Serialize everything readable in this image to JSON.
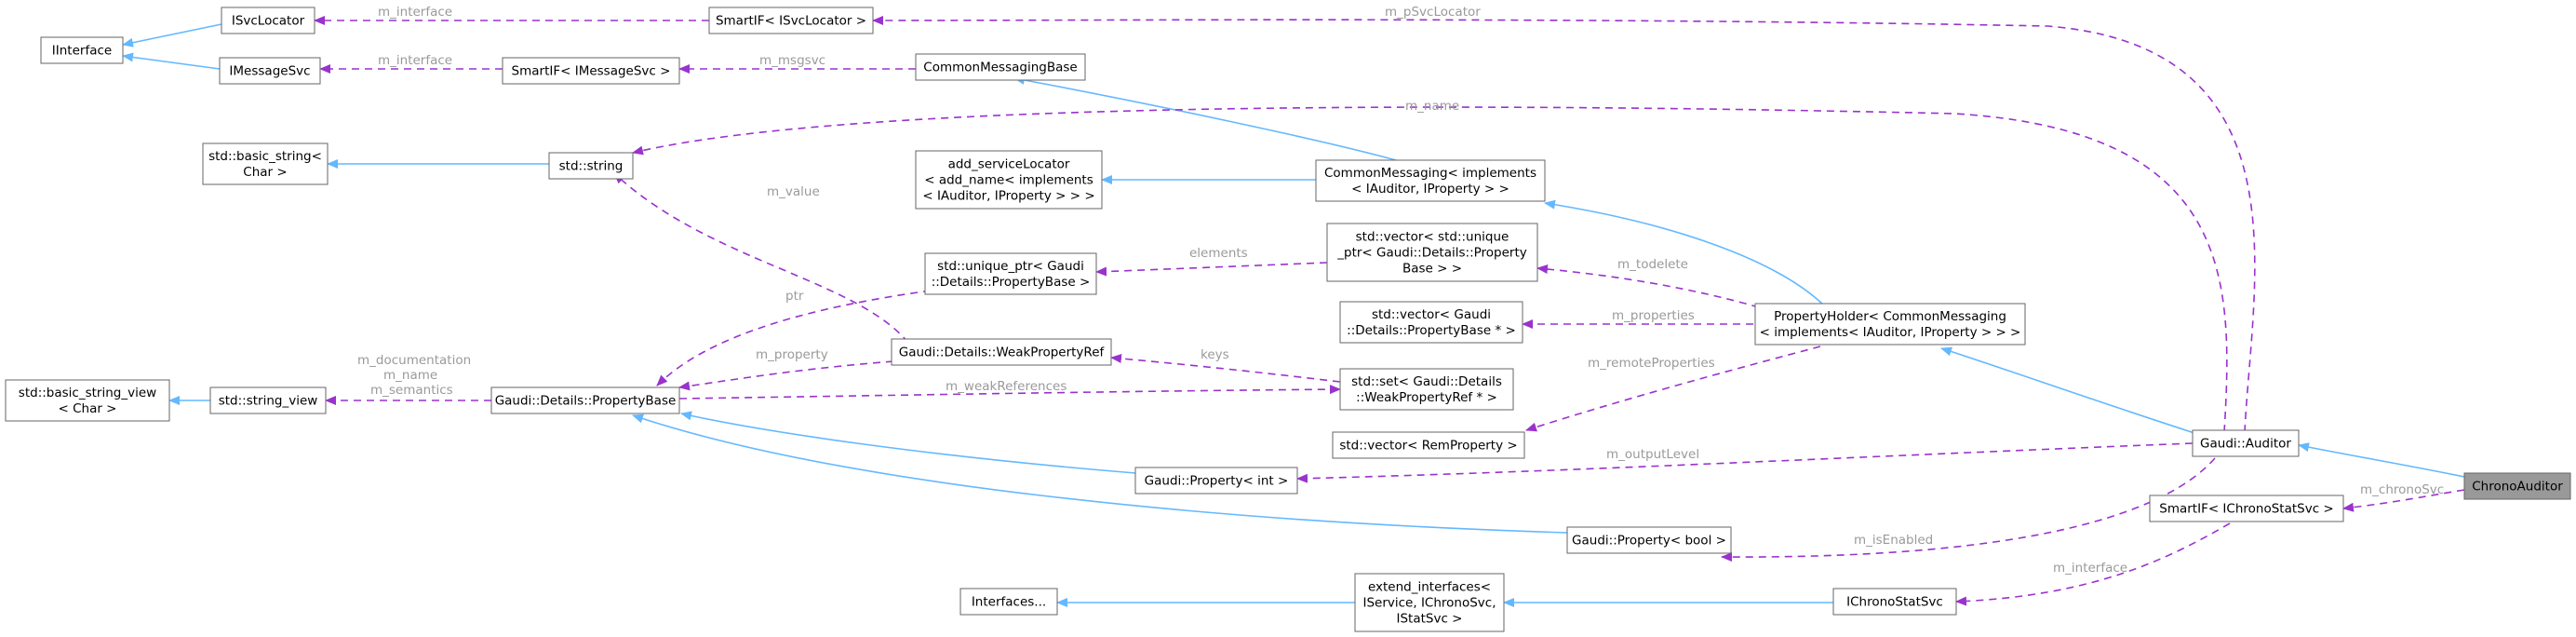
{
  "colors": {
    "inheritance_edge": "#63b8ff",
    "usage_edge": "#9a32cd",
    "edge_label": "#9a9a9a",
    "highlight_fill": "#999999"
  },
  "nodes": {
    "iinterface": [
      "IInterface"
    ],
    "isvclocator": [
      "ISvcLocator"
    ],
    "imessagesvc": [
      "IMessageSvc"
    ],
    "smartif_isvclocator": [
      "SmartIF< ISvcLocator >"
    ],
    "smartif_imessagesvc": [
      "SmartIF< IMessageSvc >"
    ],
    "commonmessagingbase": [
      "CommonMessagingBase"
    ],
    "basic_string": [
      "std::basic_string<",
      "Char >"
    ],
    "std_string": [
      "std::string"
    ],
    "add_servicelocator": [
      "add_serviceLocator",
      "< add_name< implements",
      "< IAuditor, IProperty > > >"
    ],
    "commonmessaging": [
      "CommonMessaging< implements",
      "< IAuditor, IProperty > >"
    ],
    "unique_ptr": [
      "std::unique_ptr< Gaudi",
      "::Details::PropertyBase >"
    ],
    "vector_unique": [
      "std::vector< std::unique",
      "_ptr< Gaudi::Details::Property",
      "Base > >"
    ],
    "vector_propbase": [
      "std::vector< Gaudi",
      "::Details::PropertyBase * >"
    ],
    "propertyholder": [
      "PropertyHolder< CommonMessaging",
      "< implements< IAuditor, IProperty > > >"
    ],
    "weakpropertyref": [
      "Gaudi::Details::WeakPropertyRef"
    ],
    "basic_string_view": [
      "std::basic_string_view",
      "< Char >"
    ],
    "string_view": [
      "std::string_view"
    ],
    "propertybase": [
      "Gaudi::Details::PropertyBase"
    ],
    "set_weak": [
      "std::set< Gaudi::Details",
      "::WeakPropertyRef * >"
    ],
    "vector_remproperty": [
      "std::vector< RemProperty >"
    ],
    "property_int": [
      "Gaudi::Property< int >"
    ],
    "auditor": [
      "Gaudi::Auditor"
    ],
    "chronoauditor": [
      "ChronoAuditor"
    ],
    "smartif_ichrono": [
      "SmartIF< IChronoStatSvc >"
    ],
    "property_bool": [
      "Gaudi::Property< bool >"
    ],
    "interfaces": [
      "Interfaces..."
    ],
    "extend_interfaces": [
      "extend_interfaces<",
      "IService, IChronoSvc,",
      "IStatSvc >"
    ],
    "ichronostatsvc": [
      "IChronoStatSvc"
    ]
  },
  "edge_labels": {
    "m_interface": "m_interface",
    "m_psvclocator": "m_pSvcLocator",
    "m_msgsvc": "m_msgsvc",
    "m_name": "m_name",
    "m_value": "m_value",
    "elements": "elements",
    "m_todelete": "m_todelete",
    "ptr": "ptr",
    "m_properties": "m_properties",
    "m_documentation": "m_documentation",
    "m_semantics": "m_semantics",
    "m_property": "m_property",
    "keys": "keys",
    "m_weakreferences": "m_weakReferences",
    "m_remoteproperties": "m_remoteProperties",
    "m_outputlevel": "m_outputLevel",
    "m_chronosvc": "m_chronoSvc",
    "m_isenabled": "m_isEnabled"
  }
}
